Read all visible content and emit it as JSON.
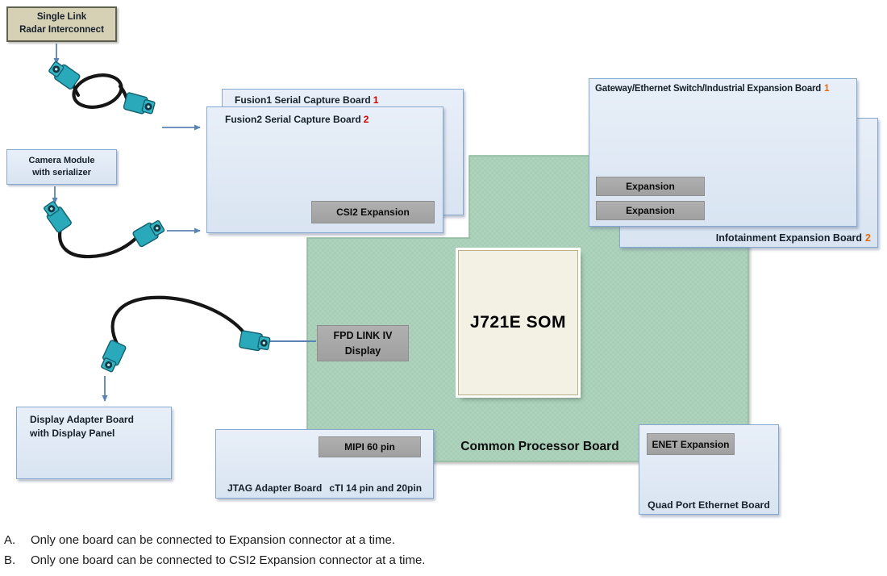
{
  "diagram": {
    "radar_box": {
      "line1": "Single Link",
      "line2": "Radar Interconnect"
    },
    "camera_box": {
      "line1": "Camera Module",
      "line2": "with serializer"
    },
    "fusion1": {
      "label": "Fusion1 Serial Capture Board",
      "number": "1"
    },
    "fusion2": {
      "label": "Fusion2 Serial Capture Board",
      "number": "2"
    },
    "csi2_expansion": {
      "label": "CSI2 Expansion"
    },
    "gateway_board": {
      "label": "Gateway/Ethernet Switch/Industrial Expansion Board",
      "number": "1"
    },
    "infotainment_board": {
      "label": "Infotainment Expansion Board",
      "number": "2"
    },
    "expansion_top": {
      "label": "Expansion"
    },
    "expansion_bottom": {
      "label": "Expansion"
    },
    "som": {
      "label": "J721E SOM"
    },
    "common_processor_board": {
      "label": "Common Processor Board"
    },
    "fpd_link": {
      "line1": "FPD LINK IV",
      "line2": "Display"
    },
    "display_adapter": {
      "line1": "Display Adapter Board",
      "line2": "with Display Panel"
    },
    "mipi": {
      "label": "MIPI 60 pin"
    },
    "jtag": {
      "label1": "JTAG Adapter Board",
      "label2": "cTI 14 pin and 20pin"
    },
    "enet": {
      "label": "ENET Expansion"
    },
    "quad_port": {
      "label": "Quad Port Ethernet Board"
    }
  },
  "notes": [
    {
      "marker": "A.",
      "text": "Only one board can be connected to Expansion connector at a time."
    },
    {
      "marker": "B.",
      "text": "Only one board can be connected to CSI2 Expansion connector at a time."
    }
  ],
  "icons": {
    "fakra_connector": "teal-coax-plug",
    "cable": "black-loop-cable",
    "arrow": "blue-connection-arrow"
  },
  "colors": {
    "board_fill": "#dfe8f4",
    "board_border": "#87a9d1",
    "green_board_fill": "#abd2ba",
    "green_board_border": "#8fb99e",
    "gray_block_fill": "#a6a6a6",
    "tan_box_fill": "#d6d0b5",
    "arrow_blue": "#5b82b5",
    "number_red": "#d40000",
    "number_orange": "#e36c0a",
    "connector_teal": "#2aa9ba",
    "som_fill": "#f3f1e3"
  }
}
